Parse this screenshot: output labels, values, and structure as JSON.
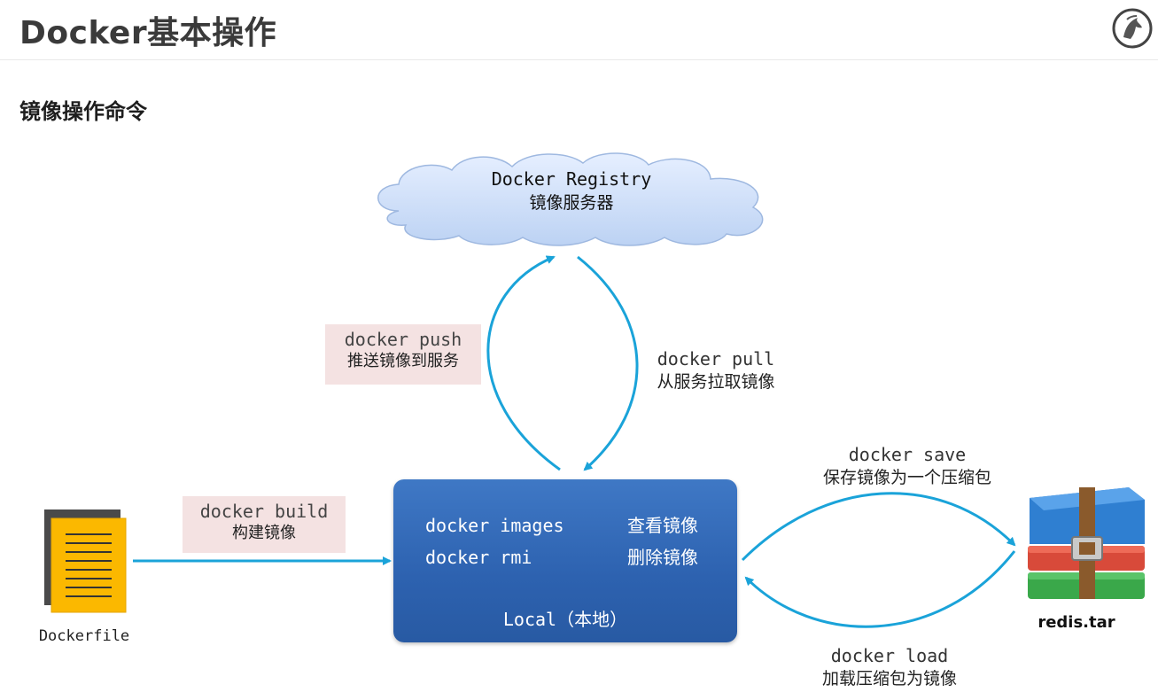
{
  "header": {
    "title": "Docker基本操作",
    "subtitle": "镜像操作命令"
  },
  "registry": {
    "name": "Docker Registry",
    "desc": "镜像服务器"
  },
  "push": {
    "cmd": "docker push",
    "desc": "推送镜像到服务"
  },
  "pull": {
    "cmd": "docker pull",
    "desc": "从服务拉取镜像"
  },
  "build": {
    "cmd": "docker build",
    "desc": "构建镜像"
  },
  "save": {
    "cmd": "docker save",
    "desc": "保存镜像为一个压缩包"
  },
  "load": {
    "cmd": "docker load",
    "desc": "加载压缩包为镜像"
  },
  "local": {
    "images_cmd": "docker images",
    "images_desc": "查看镜像",
    "rmi_cmd": "docker rmi",
    "rmi_desc": "删除镜像",
    "label": "Local（本地）"
  },
  "dockerfile": {
    "caption": "Dockerfile"
  },
  "archive": {
    "caption": "redis.tar"
  },
  "colors": {
    "arrow": "#1aa3d9",
    "local_box": "#2f64b2",
    "label_bg": "#f4e2e2",
    "cloud": "#cfe0f7"
  },
  "icons": {
    "logo": "horse-head-logo-icon",
    "dockerfile": "document-file-icon",
    "archive": "compressed-archive-icon"
  }
}
